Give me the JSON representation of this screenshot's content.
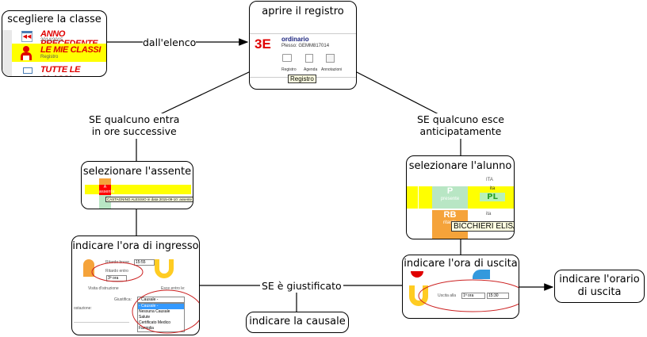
{
  "nodes": {
    "choose_class": {
      "title": "scegliere la classe",
      "items": [
        {
          "label": "ANNO PRECEDENTE",
          "sub": "2014/2015",
          "icon": "calendar-back-icon"
        },
        {
          "label": "LE MIE CLASSI",
          "sub": "Registro",
          "icon": "teacher-icon",
          "highlighted": true
        },
        {
          "label": "TUTTE LE CLASSI",
          "sub": "",
          "icon": "classes-icon"
        }
      ]
    },
    "open_register": {
      "title": "aprire il registro",
      "class_code": "3E",
      "class_type": "ordinario",
      "plesso": "Plesso: GEMM817014",
      "actions": [
        "Registro",
        "Agenda",
        "Annotazioni"
      ],
      "tooltip": "Registro"
    },
    "select_absent": {
      "title": "selezionare l'assente",
      "cell_mark": "A",
      "cell_sub": "assente",
      "tooltip": "CASTAGNINO ALESSIO in data 2015-09-10: assente"
    },
    "select_student": {
      "title": "selezionare l'alunno",
      "header": "ITA",
      "cells": [
        {
          "mark": "P",
          "sub": "presente"
        },
        {
          "mark": "RB",
          "sub": "ritardo"
        }
      ],
      "side_labels": [
        "ita",
        "PL",
        "ita",
        "ita"
      ],
      "tooltip": "BICCHIERI ELISA"
    },
    "entry_time": {
      "title": "indicare l'ora di ingresso",
      "option_1": "Ritardo breve",
      "time_value": "15:55",
      "option_2": "Ritardo entro",
      "hour_select": "3ª ora",
      "option_3": "Visita d'istruzione",
      "option_4": "Esce entro le:",
      "justify_label": "Giustifica:",
      "reason_select": "- Causale -",
      "reason_options": [
        "- Causale -",
        "Nessuna Causale",
        "Salute",
        "Certificato Medico",
        "Famiglia"
      ],
      "note_label": "ostazione:"
    },
    "exit_time": {
      "title": "indicare l'ora di uscita",
      "option": "Uscita alla",
      "hour_select": "1ª ora",
      "time_value": "15:30"
    },
    "exit_schedule": {
      "title_line1": "indicare l'orario",
      "title_line2": "di uscita"
    },
    "reason": {
      "title": "indicare la causale"
    }
  },
  "edges": {
    "from_list": "dall'elenco",
    "enters_late_line1": "SE qualcuno entra",
    "enters_late_line2": "in ore successive",
    "leaves_early_line1": "SE qualcuno esce",
    "leaves_early_line2": "anticipatamente",
    "if_justified": "SE è giustificato"
  },
  "colors": {
    "highlight_yellow": "#ffff00",
    "brand_red": "#e00000",
    "present_green": "#b8e6c4",
    "late_orange": "#f5a33a",
    "absent_red": "#ff0000",
    "annotation_red": "#cc2222"
  }
}
